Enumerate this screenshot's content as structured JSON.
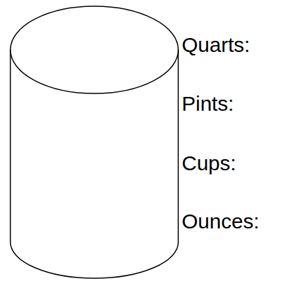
{
  "diagram": {
    "labels": [
      "Quarts:",
      "Pints:",
      "Cups:",
      "Ounces:"
    ]
  }
}
